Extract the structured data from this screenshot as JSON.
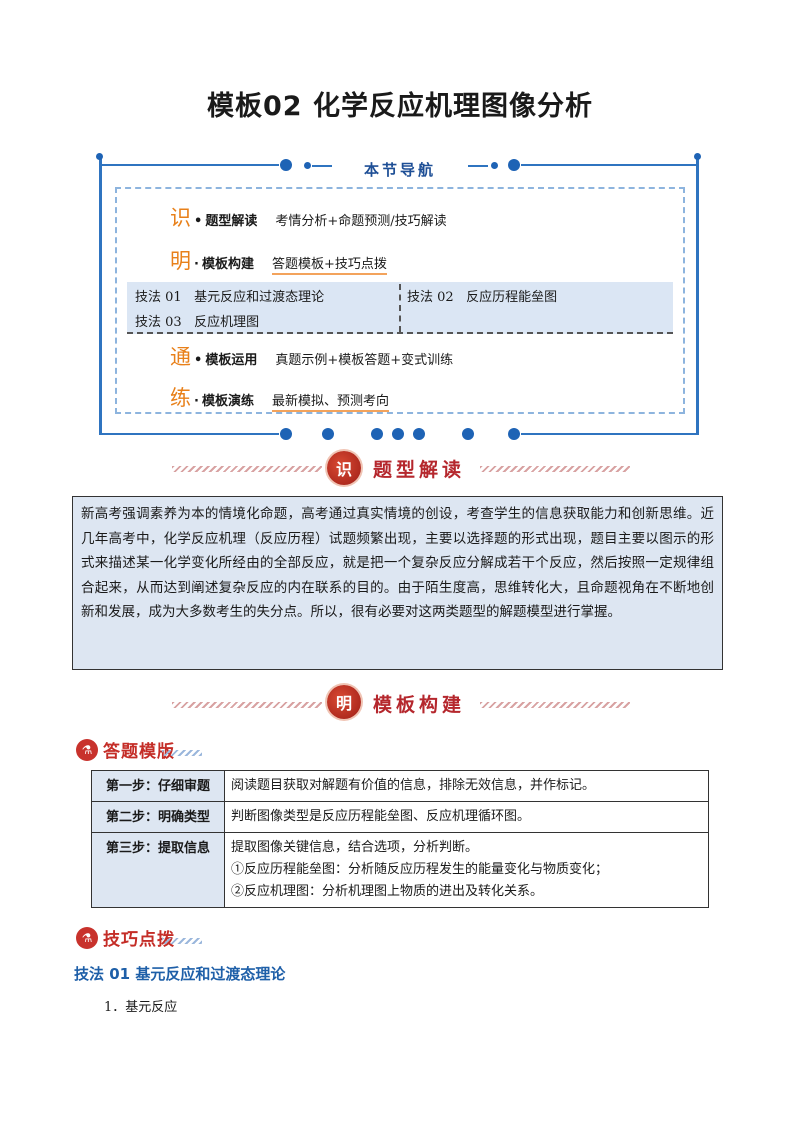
{
  "title": "模板02  化学反应机理图像分析",
  "nav": {
    "heading": "本节导航",
    "rows": [
      {
        "char": "识",
        "sep": "•",
        "key": "题型解读",
        "desc": "考情分析+命题预测/技巧解读"
      },
      {
        "char": "明",
        "sep": "·",
        "key": "模板构建",
        "desc": "答题模板+技巧点拨"
      },
      {
        "char": "通",
        "sep": "•",
        "key": "模板运用",
        "desc": "真题示例+模板答题+变式训练"
      },
      {
        "char": "练",
        "sep": "·",
        "key": "模板演练",
        "desc": "最新模拟、预测考向"
      }
    ],
    "techniques": [
      {
        "no": "技法 01",
        "name": "基元反应和过渡态理论"
      },
      {
        "no": "技法 02",
        "name": "反应历程能垒图"
      },
      {
        "no": "技法 03",
        "name": "反应机理图"
      }
    ]
  },
  "section1": {
    "seal": "识",
    "title": "题型解读"
  },
  "intro_paragraph": "新高考强调素养为本的情境化命题，高考通过真实情境的创设，考查学生的信息获取能力和创新思维。近几年高考中，化学反应机理（反应历程）试题频繁出现，主要以选择题的形式出现，题目主要以图示的形式来描述某一化学变化所经由的全部反应，就是把一个复杂反应分解成若干个反应，然后按照一定规律组合起来，从而达到阐述复杂反应的内在联系的目的。由于陌生度高，思维转化大，且命题视角在不断地创新和发展，成为大多数考生的失分点。所以，很有必要对这两类题型的解题模型进行掌握。",
  "section2": {
    "seal": "明",
    "title": "模板构建"
  },
  "answer_template": {
    "label": "答题模版",
    "steps": [
      {
        "key": "第一步：仔细审题",
        "lines": [
          "阅读题目获取对解题有价值的信息，排除无效信息，并作标记。"
        ]
      },
      {
        "key": "第二步：明确类型",
        "lines": [
          "判断图像类型是反应历程能垒图、反应机理循环图。"
        ]
      },
      {
        "key": "第三步：提取信息",
        "lines": [
          "提取图像关键信息，结合选项，分析判断。",
          "①反应历程能垒图：分析随反应历程发生的能量变化与物质变化；",
          "②反应机理图：分析机理图上物质的进出及转化关系。"
        ]
      }
    ]
  },
  "tips": {
    "label": "技巧点拨",
    "technique_title": "技法 01  基元反应和过渡态理论",
    "item_1": "1．基元反应"
  }
}
